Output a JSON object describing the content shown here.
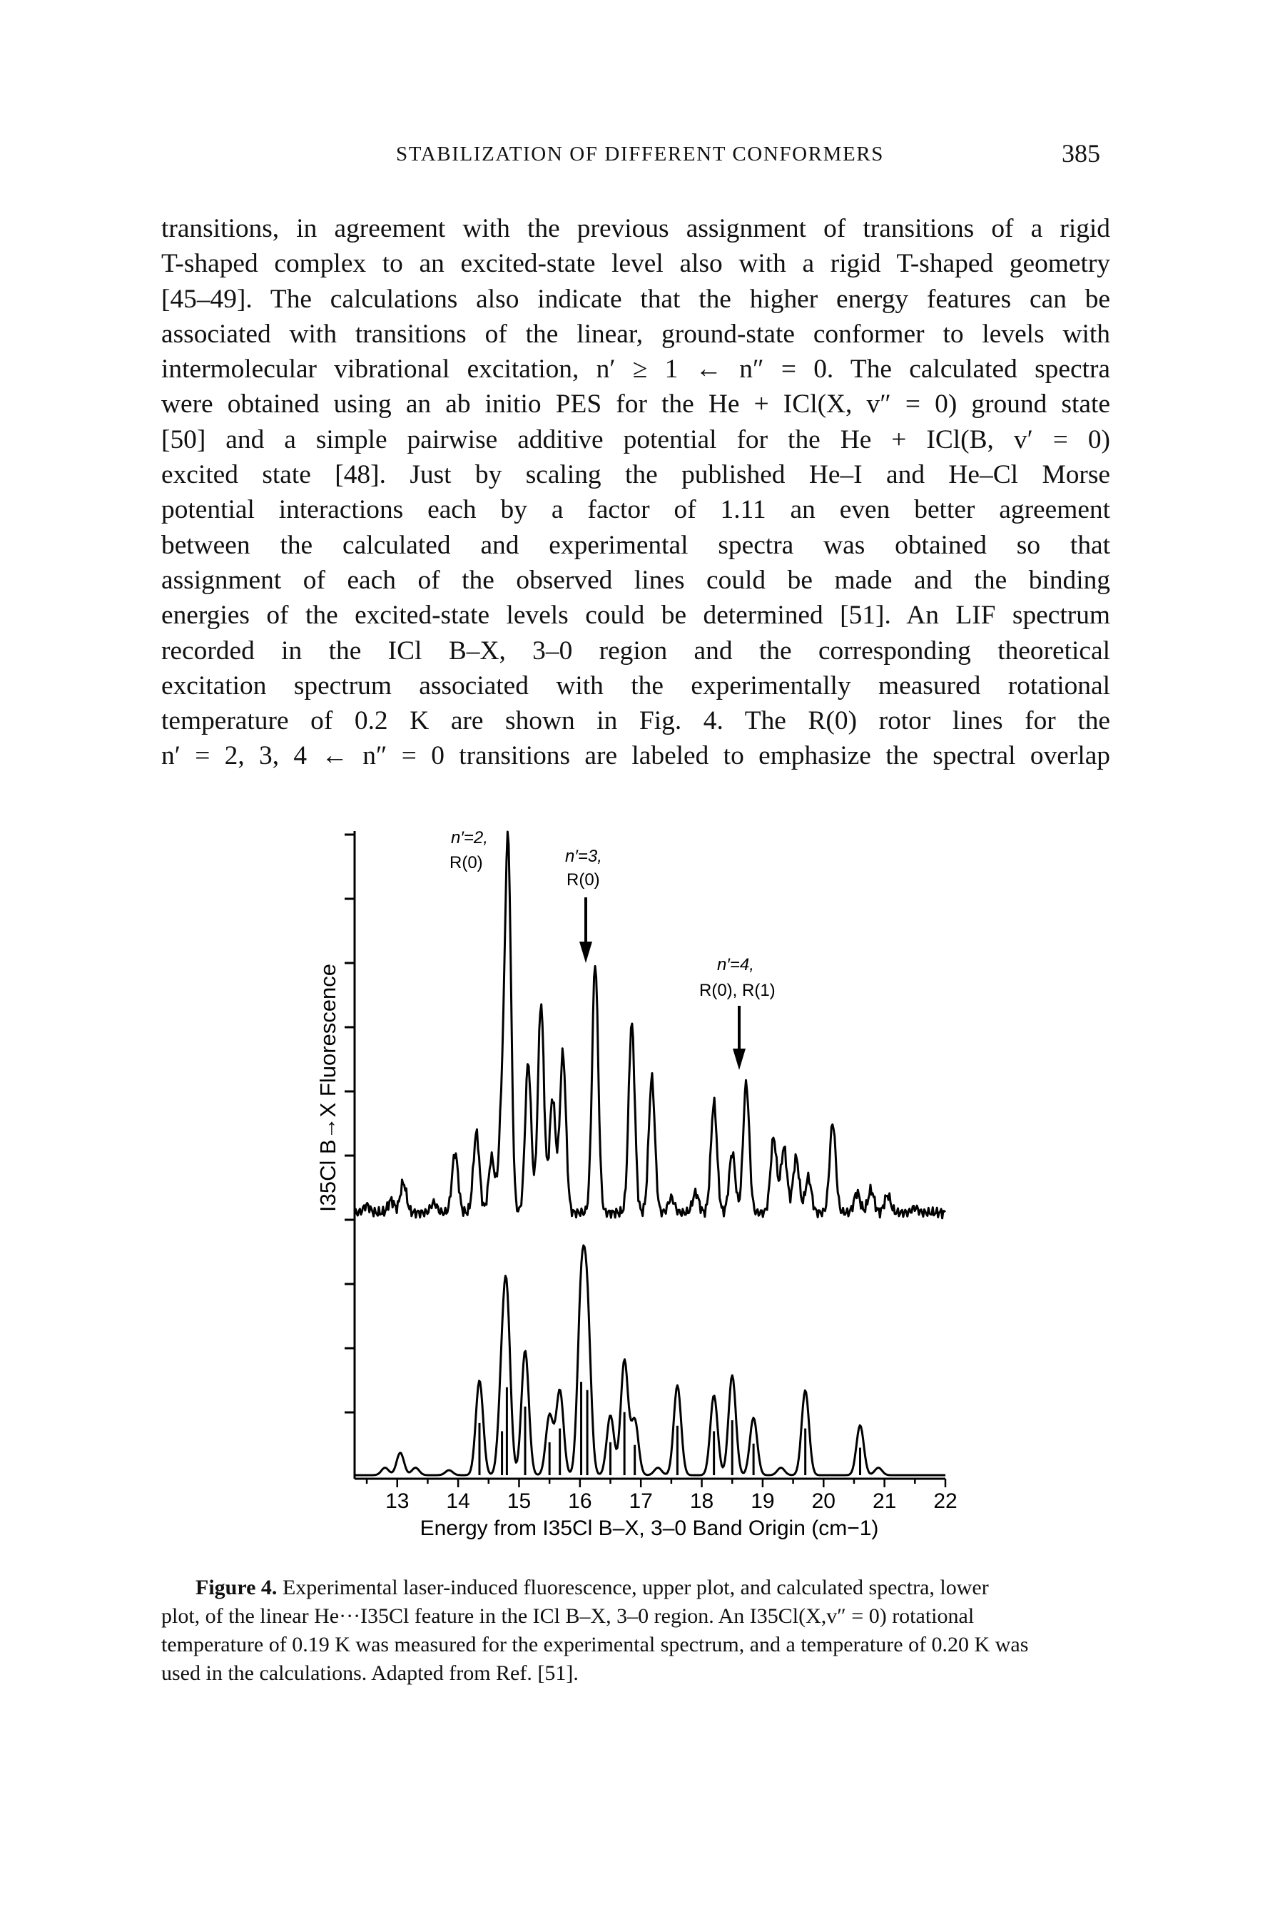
{
  "header": {
    "title": "STABILIZATION OF DIFFERENT CONFORMERS",
    "page_number": "385"
  },
  "body_lines": [
    "transitions, in agreement with the previous assignment of transitions of a rigid",
    "T-shaped complex to an excited-state level also with a rigid T-shaped geometry",
    "[45–49]. The calculations also indicate that the higher energy features can be",
    "associated with transitions of the linear, ground-state conformer to levels with",
    "intermolecular vibrational excitation, n′ ≥ 1 ← n″ = 0. The calculated spectra",
    "were obtained using an ab initio PES for the He + ICl(X, v″ = 0) ground state",
    "[50] and a simple pairwise additive potential for the He + ICl(B, v′ = 0)",
    "excited state [48]. Just by scaling the published He–I and He–Cl Morse",
    "potential interactions each by a factor of 1.11 an even better agreement",
    "between the calculated and experimental spectra was obtained so that",
    "assignment of each of the observed lines could be made and the binding",
    "energies of the excited-state levels could be determined [51]. An LIF spectrum",
    "recorded in the ICl B–X, 3–0 region and the corresponding theoretical",
    "excitation spectrum associated with the experimentally measured rotational",
    "temperature of 0.2 K are shown in Fig. 4. The R(0) rotor lines for the",
    "n′ = 2, 3, 4 ← n″ = 0 transitions are labeled to emphasize the spectral overlap"
  ],
  "figure": {
    "y_axis_label": "I35Cl B→X Fluorescence",
    "x_axis_label": "Energy from I35Cl B–X, 3–0 Band Origin (cm−1)",
    "annotations": [
      {
        "line1": "n′=2,",
        "line2": "R(0)"
      },
      {
        "line1": "n′=3,",
        "line2": "R(0)"
      },
      {
        "line1": "n′=4,",
        "line2": "R(0), R(1)"
      }
    ]
  },
  "chart_data": {
    "type": "line",
    "title": "",
    "xlabel": "Energy from I35Cl B–X, 3–0 Band Origin (cm−1)",
    "ylabel": "I35Cl B→X Fluorescence",
    "xlim": [
      12.3,
      22.0
    ],
    "ylim": [
      0,
      10
    ],
    "x_ticks": [
      13,
      14,
      15,
      16,
      17,
      18,
      19,
      20,
      21,
      22
    ],
    "grid": false,
    "legend": "none",
    "series": [
      {
        "role": "experimental (upper)",
        "peaks": [
          {
            "x": 12.5,
            "h": 0.15
          },
          {
            "x": 12.9,
            "h": 0.25
          },
          {
            "x": 13.1,
            "h": 0.6
          },
          {
            "x": 13.6,
            "h": 0.2
          },
          {
            "x": 13.95,
            "h": 1.2
          },
          {
            "x": 14.3,
            "h": 1.6
          },
          {
            "x": 14.55,
            "h": 1.1
          },
          {
            "x": 14.72,
            "h": 2.0
          },
          {
            "x": 14.82,
            "h": 7.3
          },
          {
            "x": 15.15,
            "h": 3.0
          },
          {
            "x": 15.36,
            "h": 4.2
          },
          {
            "x": 15.55,
            "h": 2.3
          },
          {
            "x": 15.72,
            "h": 3.2
          },
          {
            "x": 16.25,
            "h": 5.0
          },
          {
            "x": 16.85,
            "h": 3.8
          },
          {
            "x": 17.18,
            "h": 2.7
          },
          {
            "x": 17.5,
            "h": 0.3
          },
          {
            "x": 17.9,
            "h": 0.4
          },
          {
            "x": 18.2,
            "h": 2.2
          },
          {
            "x": 18.5,
            "h": 1.2
          },
          {
            "x": 18.73,
            "h": 2.6
          },
          {
            "x": 19.18,
            "h": 1.5
          },
          {
            "x": 19.35,
            "h": 1.3
          },
          {
            "x": 19.55,
            "h": 1.1
          },
          {
            "x": 19.75,
            "h": 0.7
          },
          {
            "x": 20.15,
            "h": 1.8
          },
          {
            "x": 20.55,
            "h": 0.4
          },
          {
            "x": 20.78,
            "h": 0.45
          },
          {
            "x": 21.05,
            "h": 0.35
          },
          {
            "x": 21.5,
            "h": 0.1
          }
        ]
      },
      {
        "role": "calculated (lower)",
        "peaks": [
          {
            "x": 12.8,
            "h": 0.15
          },
          {
            "x": 13.05,
            "h": 0.45
          },
          {
            "x": 13.3,
            "h": 0.15
          },
          {
            "x": 13.85,
            "h": 0.1
          },
          {
            "x": 14.35,
            "h": 1.9
          },
          {
            "x": 14.72,
            "h": 1.6
          },
          {
            "x": 14.8,
            "h": 3.2
          },
          {
            "x": 15.1,
            "h": 2.5
          },
          {
            "x": 15.5,
            "h": 1.2
          },
          {
            "x": 15.67,
            "h": 1.7
          },
          {
            "x": 16.02,
            "h": 3.4
          },
          {
            "x": 16.12,
            "h": 3.1
          },
          {
            "x": 16.5,
            "h": 1.2
          },
          {
            "x": 16.73,
            "h": 2.3
          },
          {
            "x": 16.9,
            "h": 1.1
          },
          {
            "x": 17.28,
            "h": 0.15
          },
          {
            "x": 17.6,
            "h": 1.8
          },
          {
            "x": 18.2,
            "h": 1.6
          },
          {
            "x": 18.5,
            "h": 2.0
          },
          {
            "x": 18.85,
            "h": 1.15
          },
          {
            "x": 19.3,
            "h": 0.15
          },
          {
            "x": 19.7,
            "h": 1.7
          },
          {
            "x": 20.6,
            "h": 1.0
          },
          {
            "x": 20.9,
            "h": 0.15
          }
        ]
      }
    ]
  },
  "caption": {
    "label": "Figure 4.",
    "lines": [
      "Experimental laser-induced fluorescence, upper plot, and calculated spectra, lower",
      "plot, of the linear He···I35Cl feature in the ICl B–X, 3–0 region. An I35Cl(X,v″ = 0) rotational",
      "temperature of 0.19 K was measured for the experimental spectrum, and a temperature of 0.20 K was",
      "used in the calculations. Adapted from Ref. [51]."
    ]
  }
}
